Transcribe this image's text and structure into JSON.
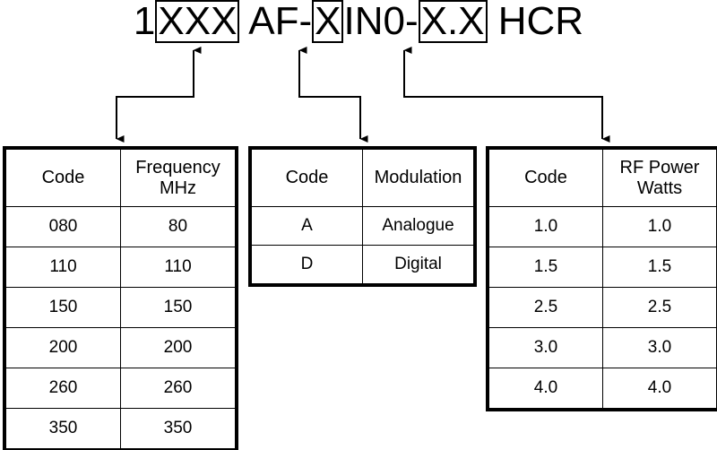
{
  "part_number": {
    "prefix": "1",
    "segments": [
      {
        "text": "XXX",
        "boxed": true,
        "name": "frequency-code-field"
      },
      {
        "text": " AF-",
        "boxed": false,
        "name": "literal-af"
      },
      {
        "text": "X",
        "boxed": true,
        "name": "modulation-code-field"
      },
      {
        "text": "IN0-",
        "boxed": false,
        "name": "literal-in0"
      },
      {
        "text": "X.X",
        "boxed": true,
        "name": "rf-power-code-field"
      },
      {
        "text": " HCR",
        "boxed": false,
        "name": "literal-hcr"
      }
    ],
    "full_text": "1XXX AF-XIN0-X.X HCR"
  },
  "tables": {
    "frequency": {
      "headers": [
        "Code",
        "Frequency\nMHz"
      ],
      "header_code": "Code",
      "header_value_line1": "Frequency",
      "header_value_line2": "MHz",
      "rows": [
        {
          "code": "080",
          "value": "80"
        },
        {
          "code": "110",
          "value": "110"
        },
        {
          "code": "150",
          "value": "150"
        },
        {
          "code": "200",
          "value": "200"
        },
        {
          "code": "260",
          "value": "260"
        },
        {
          "code": "350",
          "value": "350"
        }
      ]
    },
    "modulation": {
      "header_code": "Code",
      "header_value": "Modulation",
      "rows": [
        {
          "code": "A",
          "value": "Analogue"
        },
        {
          "code": "D",
          "value": "Digital"
        }
      ]
    },
    "rfpower": {
      "header_code": "Code",
      "header_value_line1": "RF Power",
      "header_value_line2": "Watts",
      "rows": [
        {
          "code": "1.0",
          "value": "1.0"
        },
        {
          "code": "1.5",
          "value": "1.5"
        },
        {
          "code": "2.5",
          "value": "2.5"
        },
        {
          "code": "3.0",
          "value": "3.0"
        },
        {
          "code": "4.0",
          "value": "4.0"
        }
      ]
    }
  },
  "colors": {
    "line": "#000000",
    "background": "#ffffff",
    "text": "#000000"
  }
}
